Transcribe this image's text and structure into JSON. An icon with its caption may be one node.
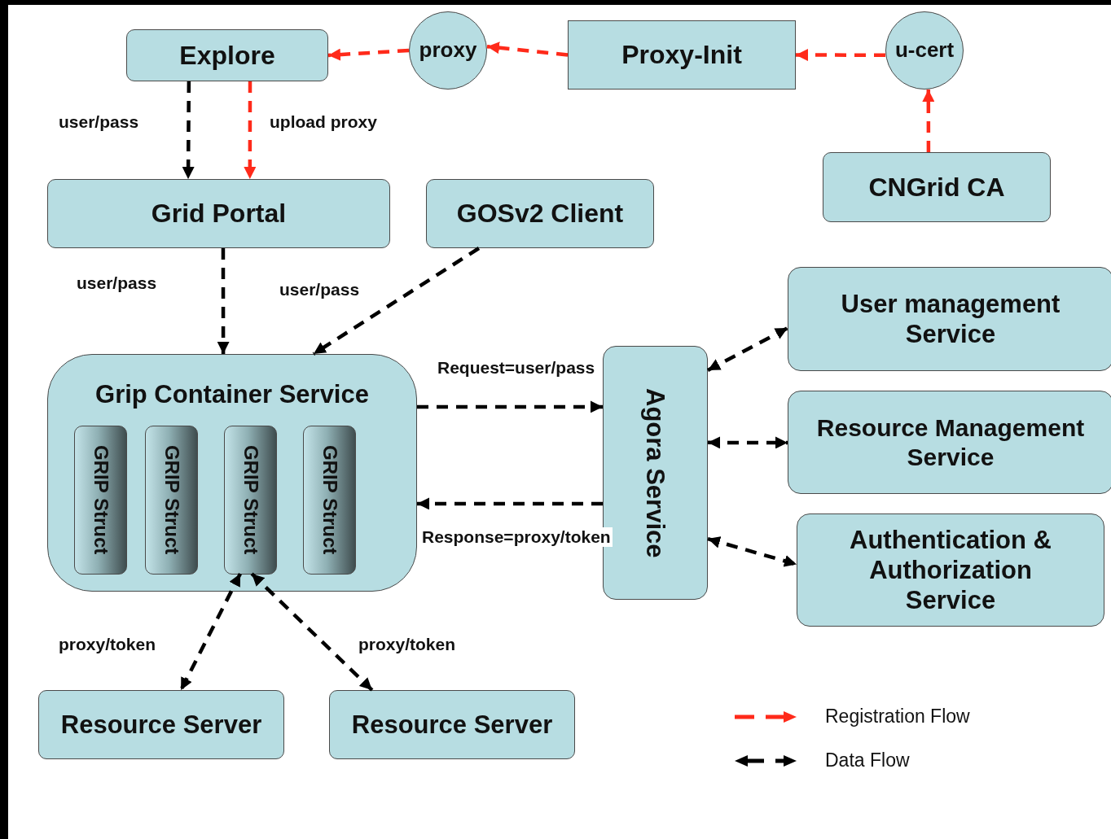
{
  "diagram": {
    "nodes": [
      {
        "text": [
          "Explore"
        ]
      },
      {
        "text": [
          "proxy"
        ]
      },
      {
        "text": [
          "Proxy-Init"
        ]
      },
      {
        "text": [
          "u-cert"
        ]
      },
      {
        "text": [
          "CNGrid CA"
        ]
      },
      {
        "text": [
          "Grid Portal"
        ]
      },
      {
        "text": [
          "GOSv2 Client"
        ]
      },
      {
        "text": [
          "Grip Container Service"
        ]
      },
      {
        "text": [
          "GRIP Struct"
        ],
        "in": 7
      },
      {
        "text": [
          "GRIP Struct"
        ],
        "in": 7
      },
      {
        "text": [
          "GRIP Struct"
        ],
        "in": 7
      },
      {
        "text": [
          "GRIP Struct"
        ],
        "in": 7
      },
      {
        "text": [
          "Agora Service"
        ]
      },
      {
        "text": [
          "User management Service"
        ]
      },
      {
        "text": [
          "Resource Management Service"
        ]
      },
      {
        "text": [
          "Authentication & Authorization Service"
        ]
      },
      {
        "text": [
          "Resource Server"
        ]
      },
      {
        "text": [
          "Resource Server"
        ]
      }
    ],
    "edges": [
      {
        "from": 1,
        "to": 0,
        "arrow": "to",
        "style": "dashed",
        "color": "#ff2a1a"
      },
      {
        "from": 2,
        "to": 1,
        "arrow": "to",
        "style": "dashed",
        "color": "#ff2a1a"
      },
      {
        "from": 3,
        "to": 2,
        "arrow": "to",
        "style": "dashed",
        "color": "#ff2a1a"
      },
      {
        "from": 4,
        "to": 3,
        "arrow": "to",
        "style": "dashed",
        "color": "#ff2a1a"
      },
      {
        "from": 0,
        "to": 5,
        "arrow": "to",
        "style": "dashed",
        "label": "user/pass"
      },
      {
        "from": 0,
        "to": 5,
        "arrow": "to",
        "style": "dashed",
        "color": "#ff2a1a",
        "label": "upload proxy"
      },
      {
        "from": 5,
        "to": 7,
        "arrow": "to",
        "style": "dashed",
        "label": "user/pass"
      },
      {
        "from": 6,
        "to": 7,
        "arrow": "to",
        "style": "dashed",
        "label": "user/pass"
      },
      {
        "from": 7,
        "to": 12,
        "arrow": "to",
        "style": "dashed",
        "label": "Request=user/pass"
      },
      {
        "from": 12,
        "to": 7,
        "arrow": "to",
        "style": "dashed",
        "label": "Response=proxy/token"
      },
      {
        "from": 12,
        "to": 13,
        "arrow": "both",
        "style": "dashed"
      },
      {
        "from": 12,
        "to": 14,
        "arrow": "both",
        "style": "dashed"
      },
      {
        "from": 12,
        "to": 15,
        "arrow": "both",
        "style": "dashed"
      },
      {
        "from": 10,
        "to": 16,
        "arrow": "both",
        "style": "dashed",
        "label": "proxy/token"
      },
      {
        "from": 10,
        "to": 17,
        "arrow": "both",
        "style": "dashed",
        "label": "proxy/token"
      }
    ],
    "legend": [
      {
        "text": "Registration Flow"
      },
      {
        "text": "Data Flow"
      }
    ]
  }
}
